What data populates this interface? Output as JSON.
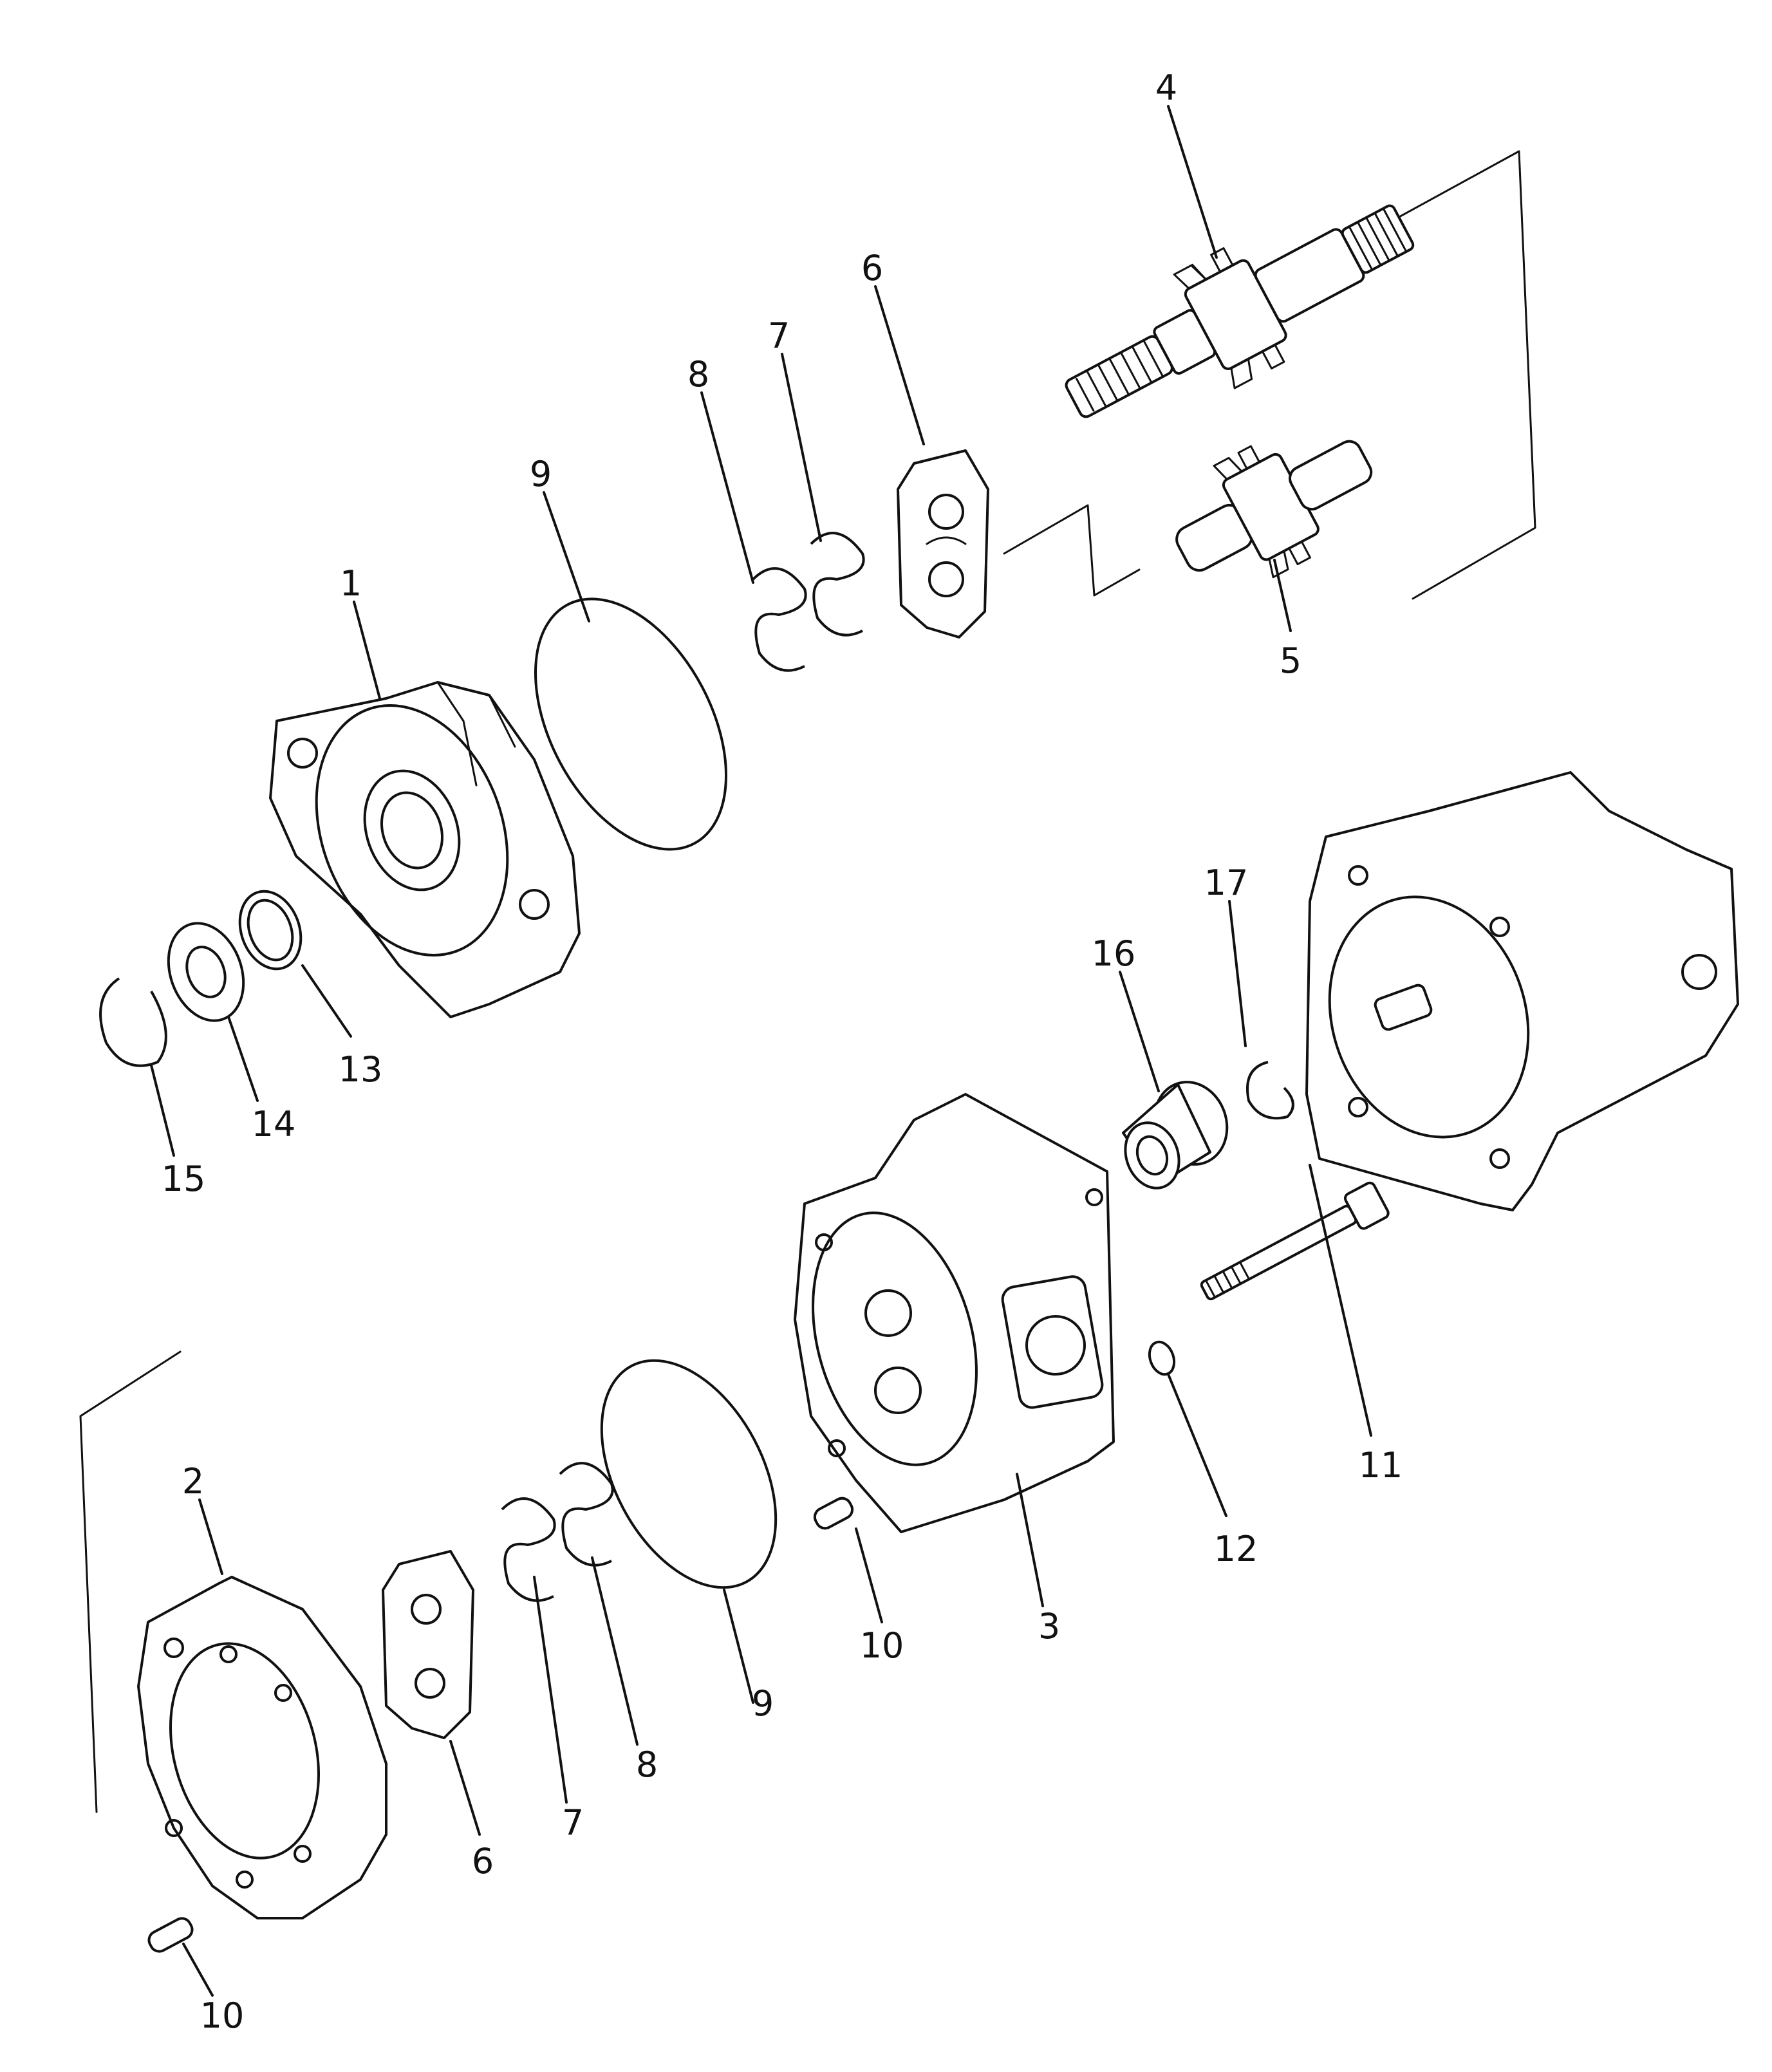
{
  "diagram": {
    "callouts": [
      {
        "id": "c4",
        "text": "4"
      },
      {
        "id": "c6a",
        "text": "6"
      },
      {
        "id": "c7a",
        "text": "7"
      },
      {
        "id": "c8a",
        "text": "8"
      },
      {
        "id": "c9a",
        "text": "9"
      },
      {
        "id": "c1",
        "text": "1"
      },
      {
        "id": "c5",
        "text": "5"
      },
      {
        "id": "c17",
        "text": "17"
      },
      {
        "id": "c16",
        "text": "16"
      },
      {
        "id": "c13",
        "text": "13"
      },
      {
        "id": "c14",
        "text": "14"
      },
      {
        "id": "c15",
        "text": "15"
      },
      {
        "id": "c11",
        "text": "11"
      },
      {
        "id": "c12",
        "text": "12"
      },
      {
        "id": "c2",
        "text": "2"
      },
      {
        "id": "c3",
        "text": "3"
      },
      {
        "id": "c10a",
        "text": "10"
      },
      {
        "id": "c9b",
        "text": "9"
      },
      {
        "id": "c8b",
        "text": "8"
      },
      {
        "id": "c7b",
        "text": "7"
      },
      {
        "id": "c6b",
        "text": "6"
      },
      {
        "id": "c10b",
        "text": "10"
      }
    ]
  }
}
